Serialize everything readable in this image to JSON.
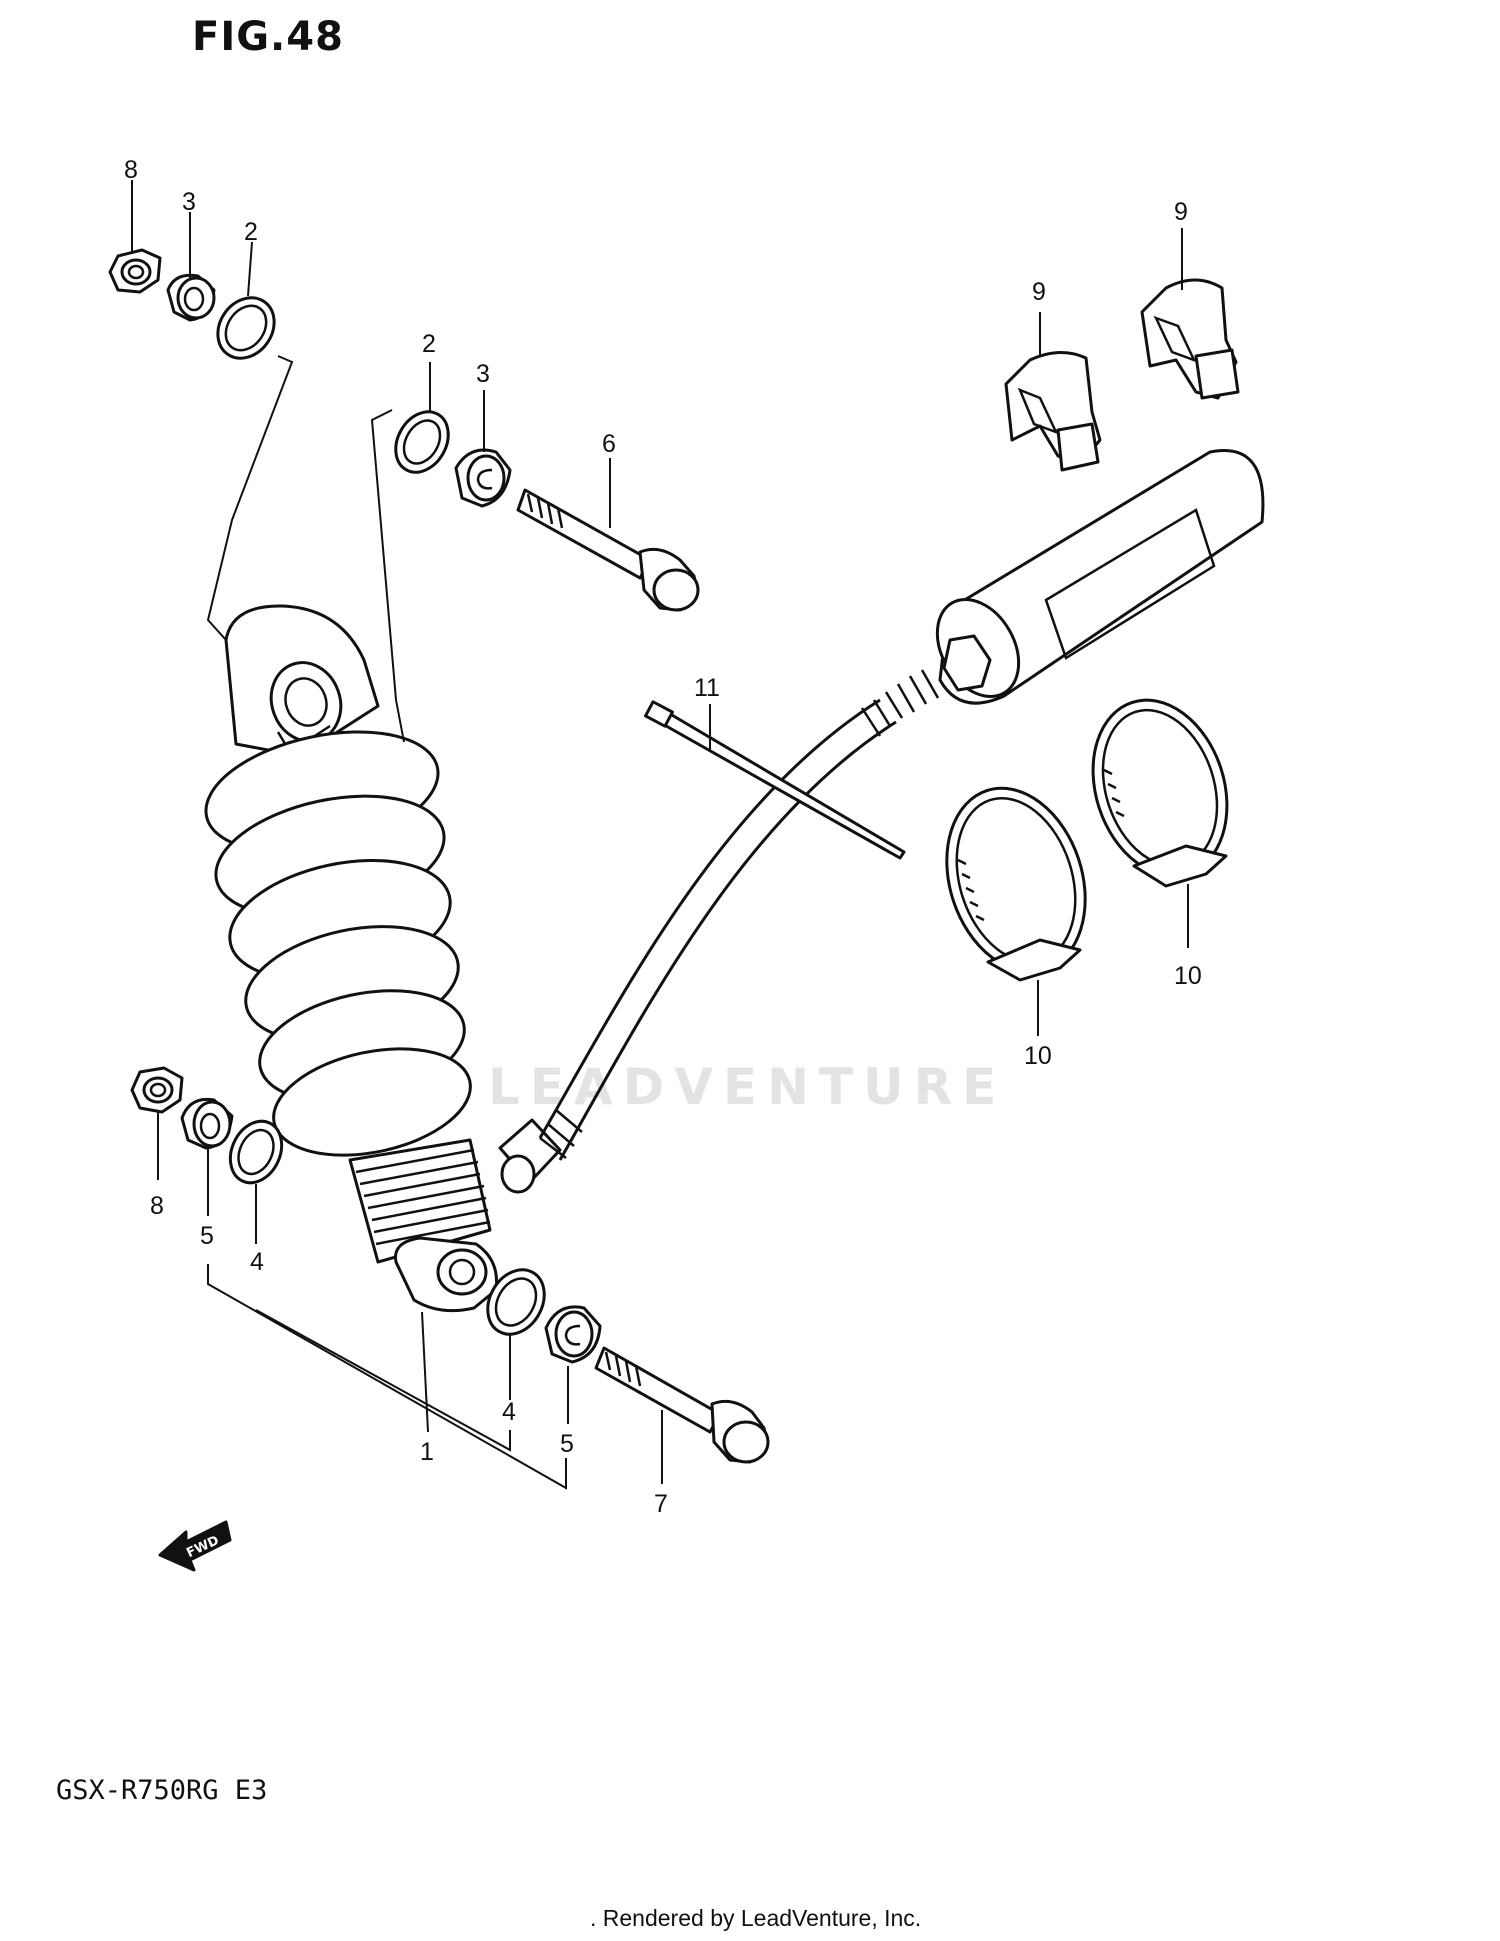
{
  "figure": {
    "title": "FIG.48"
  },
  "model_code": "GSX-R750RG  E3",
  "footer": {
    "credit": ". Rendered by LeadVenture, Inc."
  },
  "watermark": {
    "text": "LEADVENTURE"
  },
  "fwd_marker": {
    "text": "FWD"
  },
  "callouts": [
    {
      "id": "c8a",
      "label": "8"
    },
    {
      "id": "c3a",
      "label": "3"
    },
    {
      "id": "c2a",
      "label": "2"
    },
    {
      "id": "c2b",
      "label": "2"
    },
    {
      "id": "c3b",
      "label": "3"
    },
    {
      "id": "c6",
      "label": "6"
    },
    {
      "id": "c9a",
      "label": "9"
    },
    {
      "id": "c9b",
      "label": "9"
    },
    {
      "id": "c11",
      "label": "11"
    },
    {
      "id": "c10a",
      "label": "10"
    },
    {
      "id": "c10b",
      "label": "10"
    },
    {
      "id": "c8b",
      "label": "8"
    },
    {
      "id": "c5a",
      "label": "5"
    },
    {
      "id": "c4a",
      "label": "4"
    },
    {
      "id": "c1",
      "label": "1"
    },
    {
      "id": "c4b",
      "label": "4"
    },
    {
      "id": "c5b",
      "label": "5"
    },
    {
      "id": "c7",
      "label": "7"
    }
  ]
}
